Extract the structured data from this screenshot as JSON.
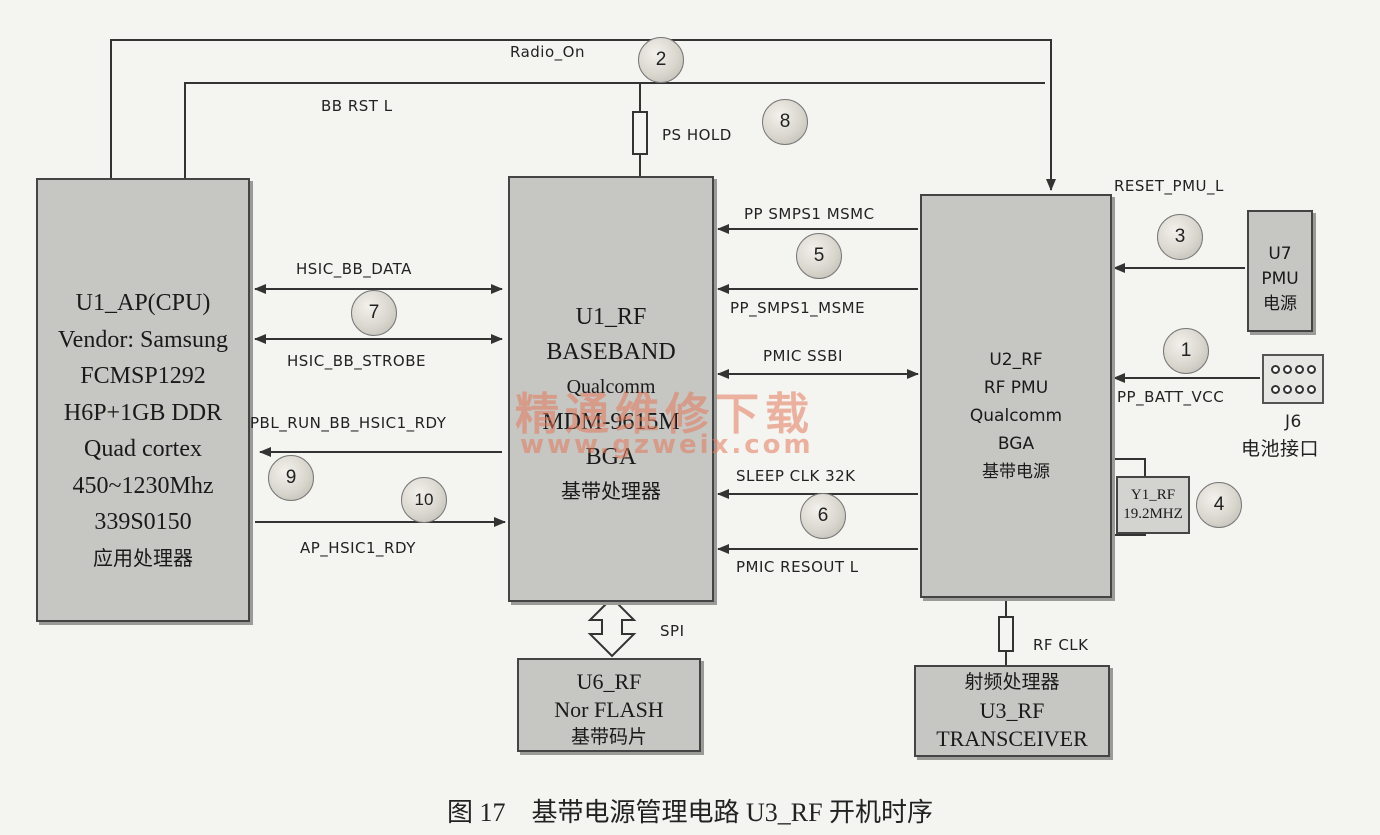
{
  "blocks": {
    "u1_ap": {
      "lines": [
        "U1_AP(CPU)",
        "Vendor: Samsung",
        "FCMSP1292",
        "H6P+1GB DDR",
        "Quad cortex",
        "450~1230Mhz",
        "339S0150",
        "应用处理器"
      ]
    },
    "u1_rf": {
      "lines": [
        "U1_RF",
        "BASEBAND",
        "Qualcomm",
        "MDM-9615M",
        "BGA",
        "基带处理器"
      ]
    },
    "u2_rf": {
      "lines": [
        "U2_RF",
        "RF PMU",
        "Qualcomm",
        "BGA",
        "基带电源"
      ]
    },
    "u7": {
      "lines": [
        "U7",
        "PMU",
        "电源"
      ]
    },
    "u6_rf": {
      "lines": [
        "U6_RF",
        "Nor FLASH",
        "基带码片"
      ]
    },
    "u3_rf": {
      "lines": [
        "射频处理器",
        "U3_RF",
        "TRANSCEIVER"
      ]
    },
    "y1_rf": {
      "lines": [
        "Y1_RF",
        "19.2MHZ"
      ]
    },
    "j6": {
      "lines": [
        "J6",
        "电池接口"
      ]
    }
  },
  "signals": {
    "radio_on": "Radio_On",
    "bb_rst_l": "BB RST L",
    "ps_hold": "PS HOLD",
    "reset_pmu_l": "RESET_PMU_L",
    "pp_smps1_msmc": "PP SMPS1 MSMC",
    "pp_smps1_msme": "PP_SMPS1_MSME",
    "pmic_ssbi": "PMIC SSBI",
    "pp_batt_vcc": "PP_BATT_VCC",
    "sleep_clk": "SLEEP CLK 32K",
    "pmic_resout_l": "PMIC RESOUT L",
    "hsic_bb_data": "HSIC_BB_DATA",
    "hsic_bb_strobe": "HSIC_BB_STROBE",
    "pbl_run": "PBL_RUN_BB_HSIC1_RDY",
    "ap_hsic1_rdy": "AP_HSIC1_RDY",
    "spi": "SPI",
    "rf_clk": "RF CLK"
  },
  "steps": [
    "1",
    "2",
    "3",
    "4",
    "5",
    "6",
    "7",
    "8",
    "9",
    "10"
  ],
  "watermark": {
    "title": "精通维修下载",
    "url": "www.gzweix.com"
  },
  "caption": "图 17　基带电源管理电路 U3_RF 开机时序",
  "colors": {
    "block_fill": "#c6c6c3",
    "line": "#333333",
    "watermark": "#e6785a"
  }
}
